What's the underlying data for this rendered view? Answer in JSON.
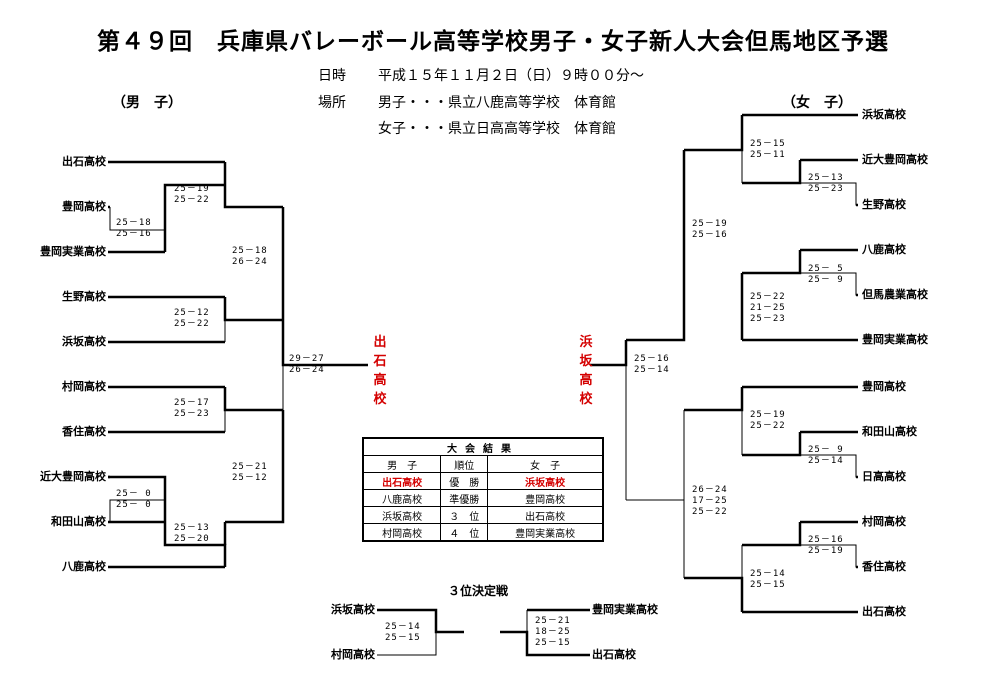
{
  "title": "第４９回　兵庫県バレーボール高等学校男子・女子新人大会但馬地区予選",
  "info": {
    "date_label": "日時",
    "date_value": "平成１５年１１月２日（日）９時００分～",
    "place_label": "場所",
    "place_boys": "男子・・・県立八鹿高等学校　体育館",
    "place_girls": "女子・・・県立日高高等学校　体育館"
  },
  "boys": {
    "heading": "（男　子）",
    "teams": [
      "出石高校",
      "豊岡高校",
      "豊岡実業高校",
      "生野高校",
      "浜坂高校",
      "村岡高校",
      "香住高校",
      "近大豊岡高校",
      "和田山高校",
      "八鹿高校"
    ],
    "scores": {
      "r1_top": "25－18\n25－16",
      "r1_bottom": "25－ 0\n25－ 0",
      "q1": "25－19\n25－22",
      "q2": "25－12\n25－22",
      "q3": "25－17\n25－23",
      "q4": "25－13\n25－20",
      "sf1": "25－18\n26－24",
      "sf2": "25－21\n25－12",
      "final": "29－27\n26－24"
    },
    "champion": [
      "出",
      "石",
      "高",
      "校"
    ]
  },
  "girls": {
    "heading": "（女　子）",
    "teams": [
      "浜坂高校",
      "近大豊岡高校",
      "生野高校",
      "八鹿高校",
      "但馬農業高校",
      "豊岡実業高校",
      "豊岡高校",
      "和田山高校",
      "日高高校",
      "村岡高校",
      "香住高校",
      "出石高校"
    ],
    "scores": {
      "a": "25－15\n25－11",
      "b": "25－13\n25－23",
      "c": "25－ 5\n25－ 9",
      "d": "25－22\n21－25\n25－23",
      "e": "25－19\n25－16",
      "f": "25－19\n25－22",
      "g": "25－ 9\n25－14",
      "h": "25－16\n25－19",
      "i": "25－14\n25－15",
      "j": "26－24\n17－25\n25－22",
      "final": "25－16\n25－14"
    },
    "champion": [
      "浜",
      "坂",
      "高",
      "校"
    ]
  },
  "results": {
    "caption": "大会結果",
    "headers": [
      "男　子",
      "順位",
      "女　子"
    ],
    "rows": [
      {
        "boys": "出石高校",
        "rank": "優　勝",
        "girls": "浜坂高校"
      },
      {
        "boys": "八鹿高校",
        "rank": "準優勝",
        "girls": "豊岡高校"
      },
      {
        "boys": "浜坂高校",
        "rank": "３　位",
        "girls": "出石高校"
      },
      {
        "boys": "村岡高校",
        "rank": "４　位",
        "girls": "豊岡実業高校"
      }
    ]
  },
  "third_place": {
    "title": "３位決定戦",
    "boys_top": "浜坂高校",
    "boys_bottom": "村岡高校",
    "boys_score": "25－14\n25－15",
    "girls_top": "豊岡実業高校",
    "girls_bottom": "出石高校",
    "girls_score": "25－21\n18－25\n25－15"
  },
  "colors": {
    "champion": "#d40000"
  }
}
